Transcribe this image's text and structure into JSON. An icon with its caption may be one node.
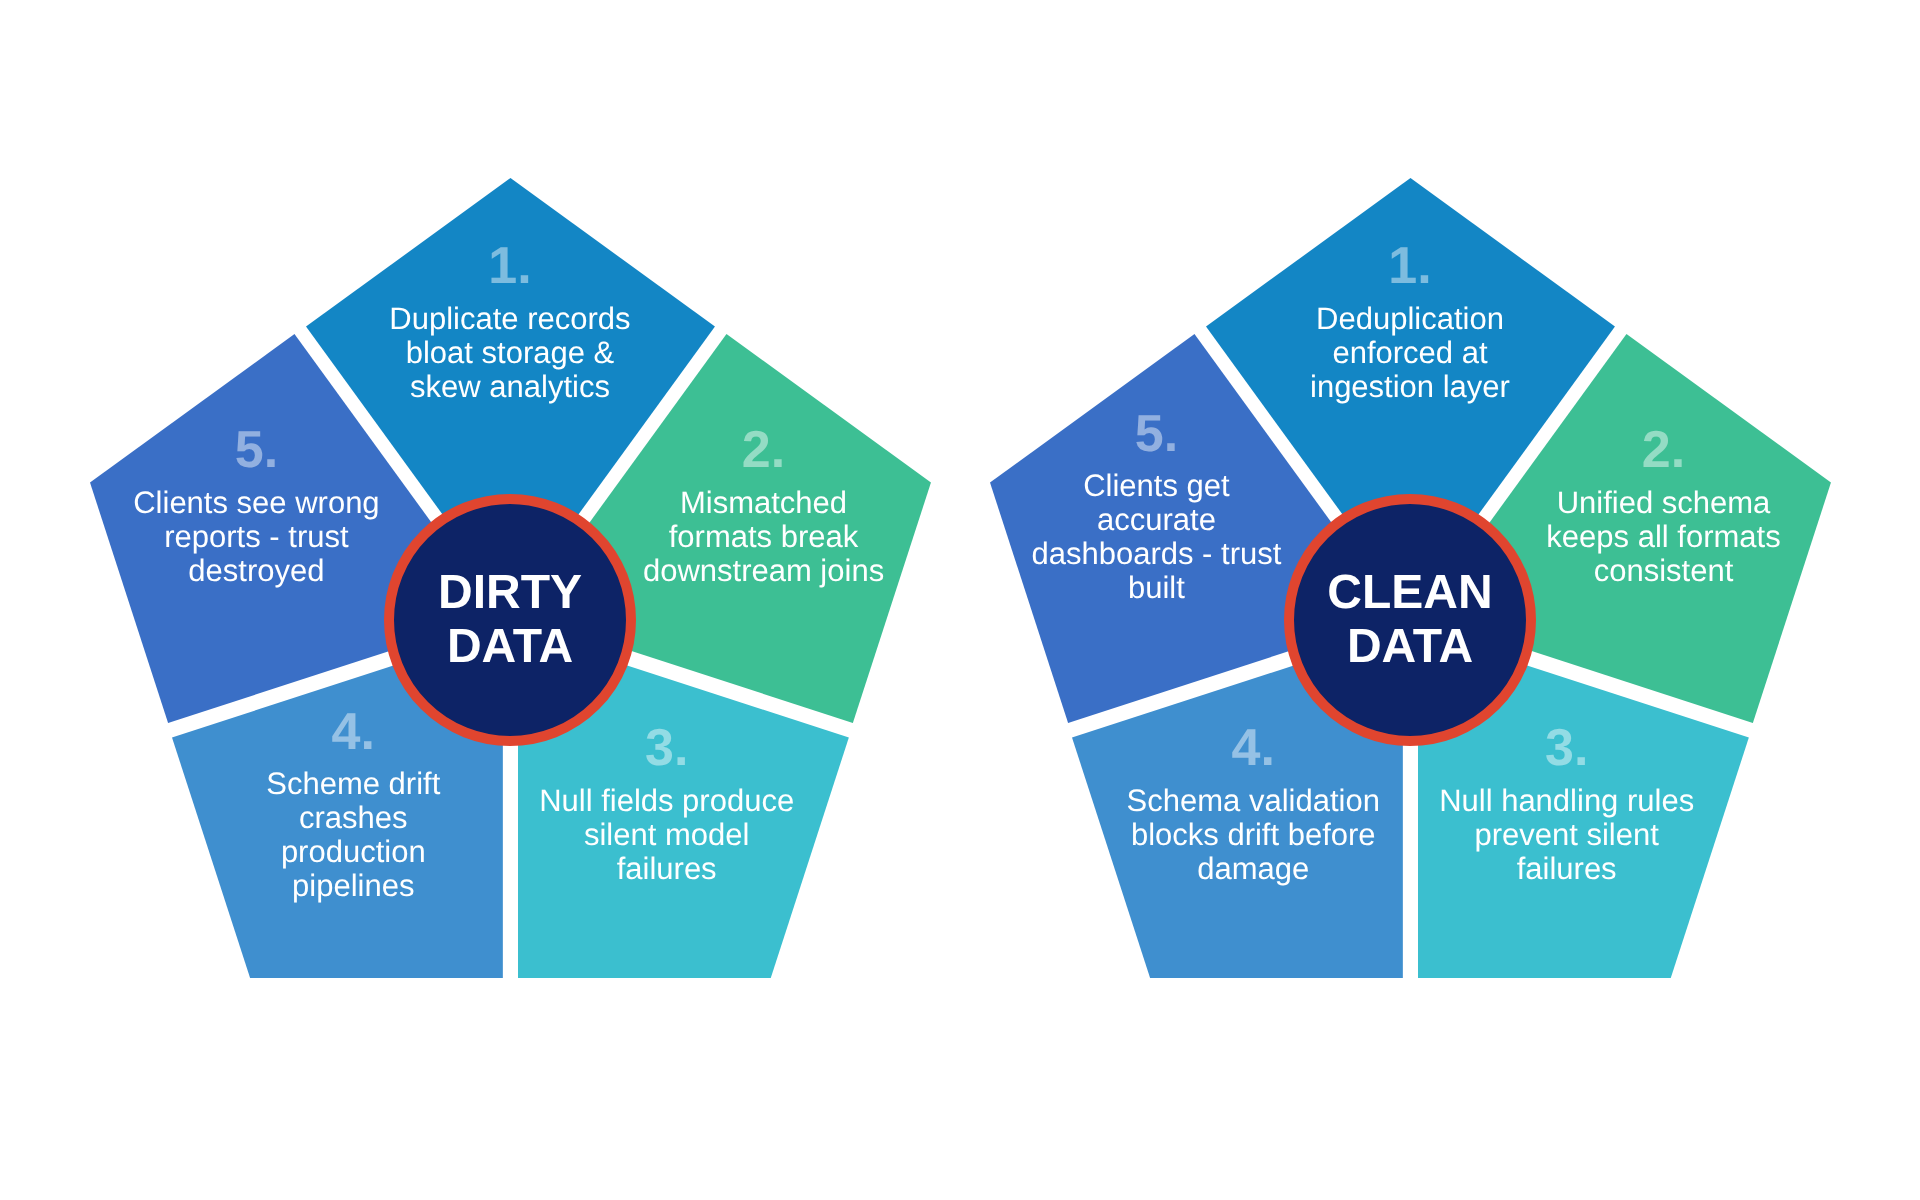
{
  "diagram": {
    "nodes": [
      {
        "text": [
          "DIRTY DATA"
        ]
      },
      {
        "text": [
          "1.",
          "Duplicate records bloat storage & skew analytics"
        ]
      },
      {
        "text": [
          "2.",
          "Mismatched formats break downstream joins"
        ]
      },
      {
        "text": [
          "3.",
          "Null fields produce silent model failures"
        ]
      },
      {
        "text": [
          "4.",
          "Scheme drift crashes production pipelines"
        ]
      },
      {
        "text": [
          "5.",
          "Clients see wrong reports - trust destroyed"
        ]
      },
      {
        "text": [
          "CLEAN DATA"
        ]
      },
      {
        "text": [
          "1.",
          "Deduplication enforced at ingestion layer"
        ]
      },
      {
        "text": [
          "2.",
          "Unified schema keeps all formats consistent"
        ]
      },
      {
        "text": [
          "3.",
          "Null handling rules prevent silent failures"
        ]
      },
      {
        "text": [
          "4.",
          "Schema validation blocks drift before damage"
        ]
      },
      {
        "text": [
          "5.",
          "Clients get accurate dashboards - trust built"
        ]
      }
    ]
  }
}
